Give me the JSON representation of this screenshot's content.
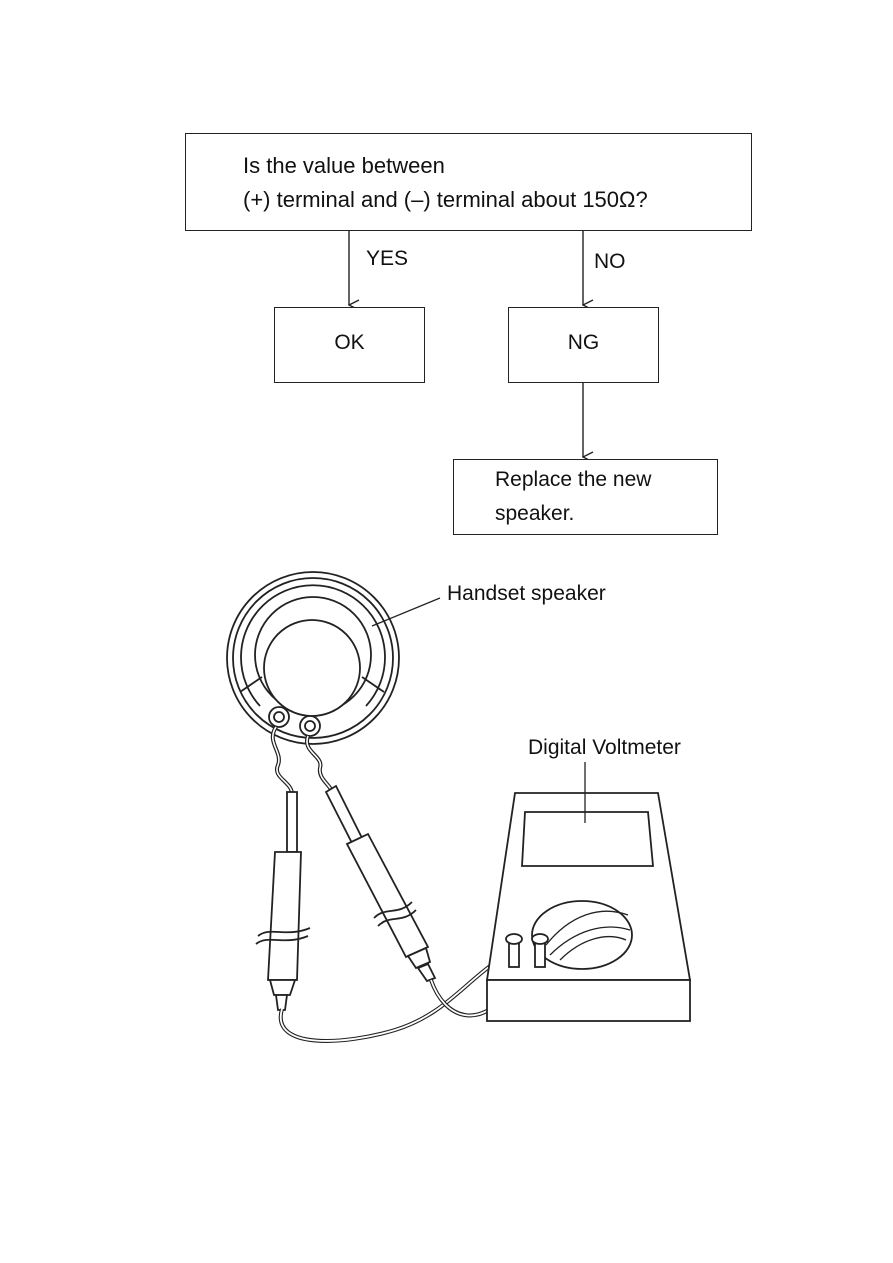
{
  "flowchart": {
    "question_line1": "Is the value between",
    "question_line2": "(+) terminal and (–) terminal about 150Ω?",
    "yes_label": "YES",
    "no_label": "NO",
    "ok_label": "OK",
    "ng_label": "NG",
    "replace_line1": "Replace the new",
    "replace_line2": "speaker."
  },
  "illustration": {
    "speaker_label": "Handset speaker",
    "meter_label": "Digital Voltmeter"
  }
}
